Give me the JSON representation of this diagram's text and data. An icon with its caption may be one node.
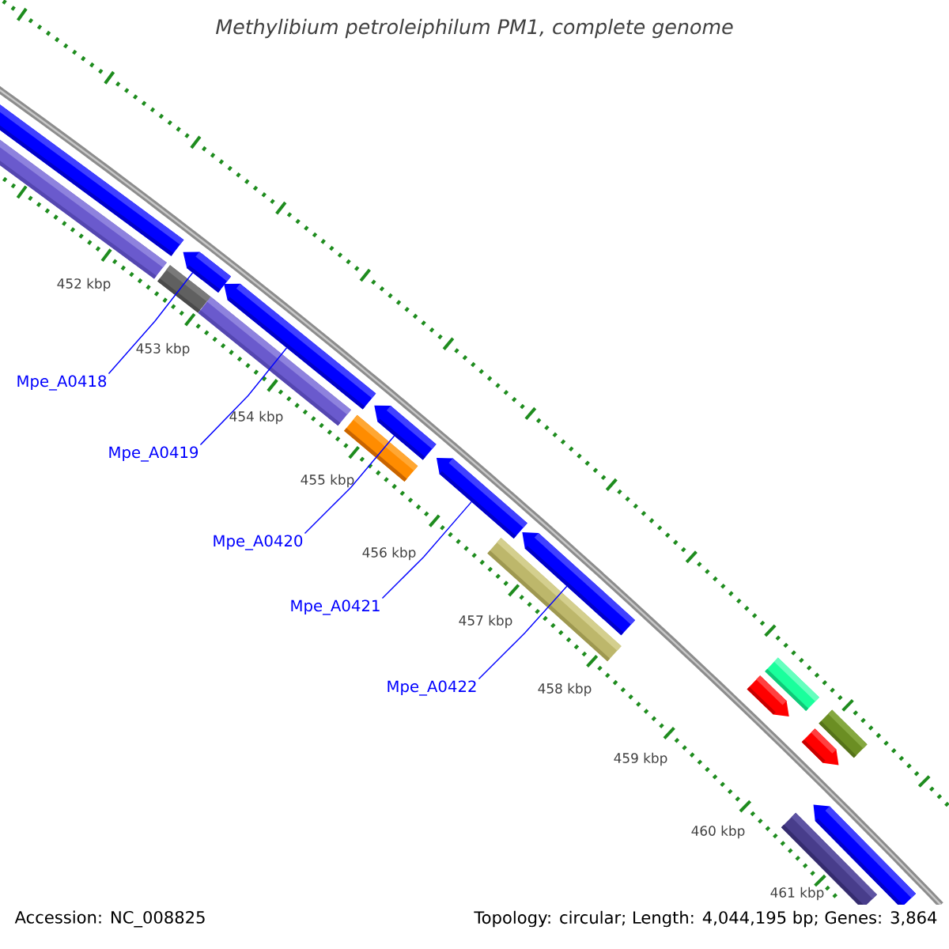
{
  "diagram": {
    "title": "Methylibium petroleiphilum PM1, complete genome",
    "nodes": [
      {
        "text": [],
        "shape": "arrow"
      },
      {
        "text": [],
        "shape": "arrow"
      },
      {
        "text": [],
        "shape": "arrow"
      },
      {
        "text": [],
        "shape": "arrow"
      },
      {
        "text": [],
        "shape": "arrow"
      },
      {
        "text": [],
        "shape": "arrow"
      },
      {
        "text": [],
        "shape": "arrow"
      },
      {
        "text": [],
        "shape": "bar"
      },
      {
        "text": [],
        "shape": "bar"
      },
      {
        "text": [],
        "shape": "bar"
      },
      {
        "text": [],
        "shape": "bar"
      },
      {
        "text": [],
        "shape": "bar"
      },
      {
        "text": [],
        "shape": "bar"
      },
      {
        "text": [],
        "shape": "arrow"
      },
      {
        "text": [],
        "shape": "arrow"
      },
      {
        "text": [],
        "shape": "bar"
      },
      {
        "text": [],
        "shape": "bar"
      },
      {
        "text": [
          "Mpe_A0418"
        ]
      },
      {
        "text": [
          "Mpe_A0419"
        ]
      },
      {
        "text": [
          "Mpe_A0420"
        ]
      },
      {
        "text": [
          "Mpe_A0421"
        ]
      },
      {
        "text": [
          "Mpe_A0422"
        ]
      }
    ],
    "edges": [
      {
        "from": 17,
        "to": 1,
        "arrow": "none"
      },
      {
        "from": 18,
        "to": 2,
        "arrow": "none"
      },
      {
        "from": 19,
        "to": 3,
        "arrow": "none"
      },
      {
        "from": 20,
        "to": 4,
        "arrow": "none"
      },
      {
        "from": 21,
        "to": 5,
        "arrow": "none"
      }
    ],
    "labels": [
      "452 kbp",
      "453 kbp",
      "454 kbp",
      "455 kbp",
      "456 kbp",
      "457 kbp",
      "458 kbp",
      "459 kbp",
      "460 kbp",
      "461 kbp",
      "Accession: NC_008825",
      "Topology: circular; Length: 4,044,195 bp; Genes: 3,864"
    ]
  }
}
